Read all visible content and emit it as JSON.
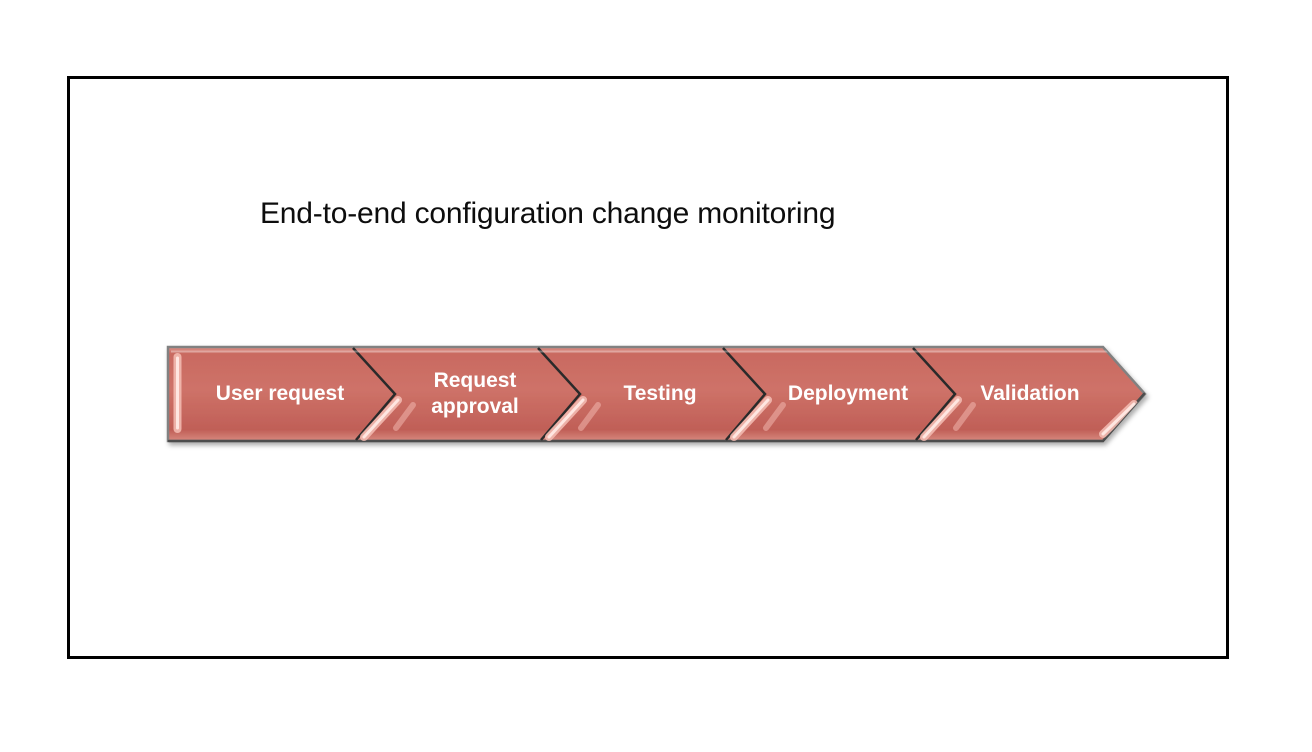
{
  "title": "End-to-end configuration change monitoring",
  "diagram": {
    "type": "chevron-process-flow",
    "direction": "left-to-right",
    "steps": [
      {
        "label": "User request"
      },
      {
        "label": "Request approval"
      },
      {
        "label": "Testing"
      },
      {
        "label": "Deployment"
      },
      {
        "label": "Validation"
      }
    ]
  },
  "colors": {
    "accent": "#c96a61",
    "accent_mid": "#ce7268",
    "accent_dark": "#c05f57",
    "accent_edge_light": "#dd9289",
    "accent_edge_bottom": "#d8897f",
    "band_border": "#818181",
    "band_border_dark": "#4e4e4e",
    "separator": "#2b2b2b",
    "highlight": "#f5beb5",
    "highlight_core": "#ffe9e4",
    "frame_border": "#000000",
    "title_text": "#0d0d0d",
    "label_text": "#ffffff",
    "page_bg": "#ffffff"
  }
}
